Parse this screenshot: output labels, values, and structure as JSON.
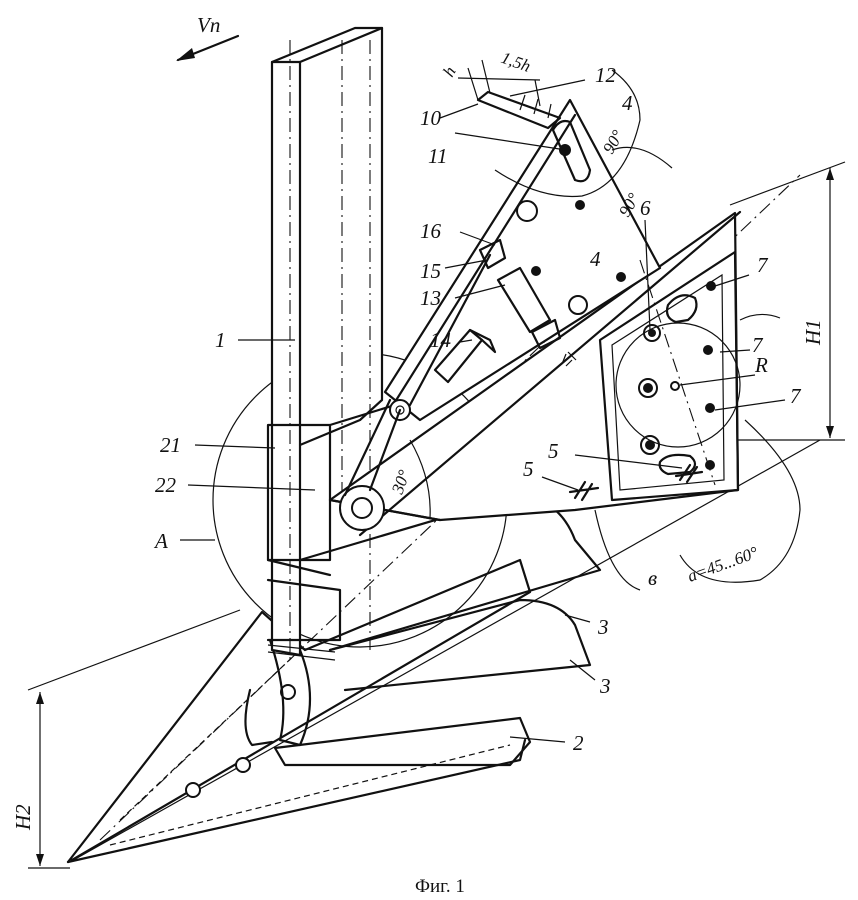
{
  "caption": "Фиг. 1",
  "velocity_label": "Vn",
  "labels": {
    "l1": "1",
    "l2": "2",
    "l3a": "3",
    "l3b": "3",
    "l4a": "4",
    "l4b": "4",
    "l5a": "5",
    "l5b": "5",
    "l6": "6",
    "l7a": "7",
    "l7b": "7",
    "l7c": "7",
    "l10": "10",
    "l11": "11",
    "l12": "12",
    "l13": "13",
    "l14": "14",
    "l15": "15",
    "l16": "16",
    "l21": "21",
    "l22": "22",
    "lA": "A",
    "lR": "R",
    "lH1": "H1",
    "lH2": "H2",
    "lB": "в"
  },
  "annotations": {
    "angle_30": "30°",
    "angle_90a": "90°",
    "angle_90b": "90°",
    "alpha": "a=45...60°",
    "dim_h": "h",
    "dim_15h": "1,5h"
  }
}
